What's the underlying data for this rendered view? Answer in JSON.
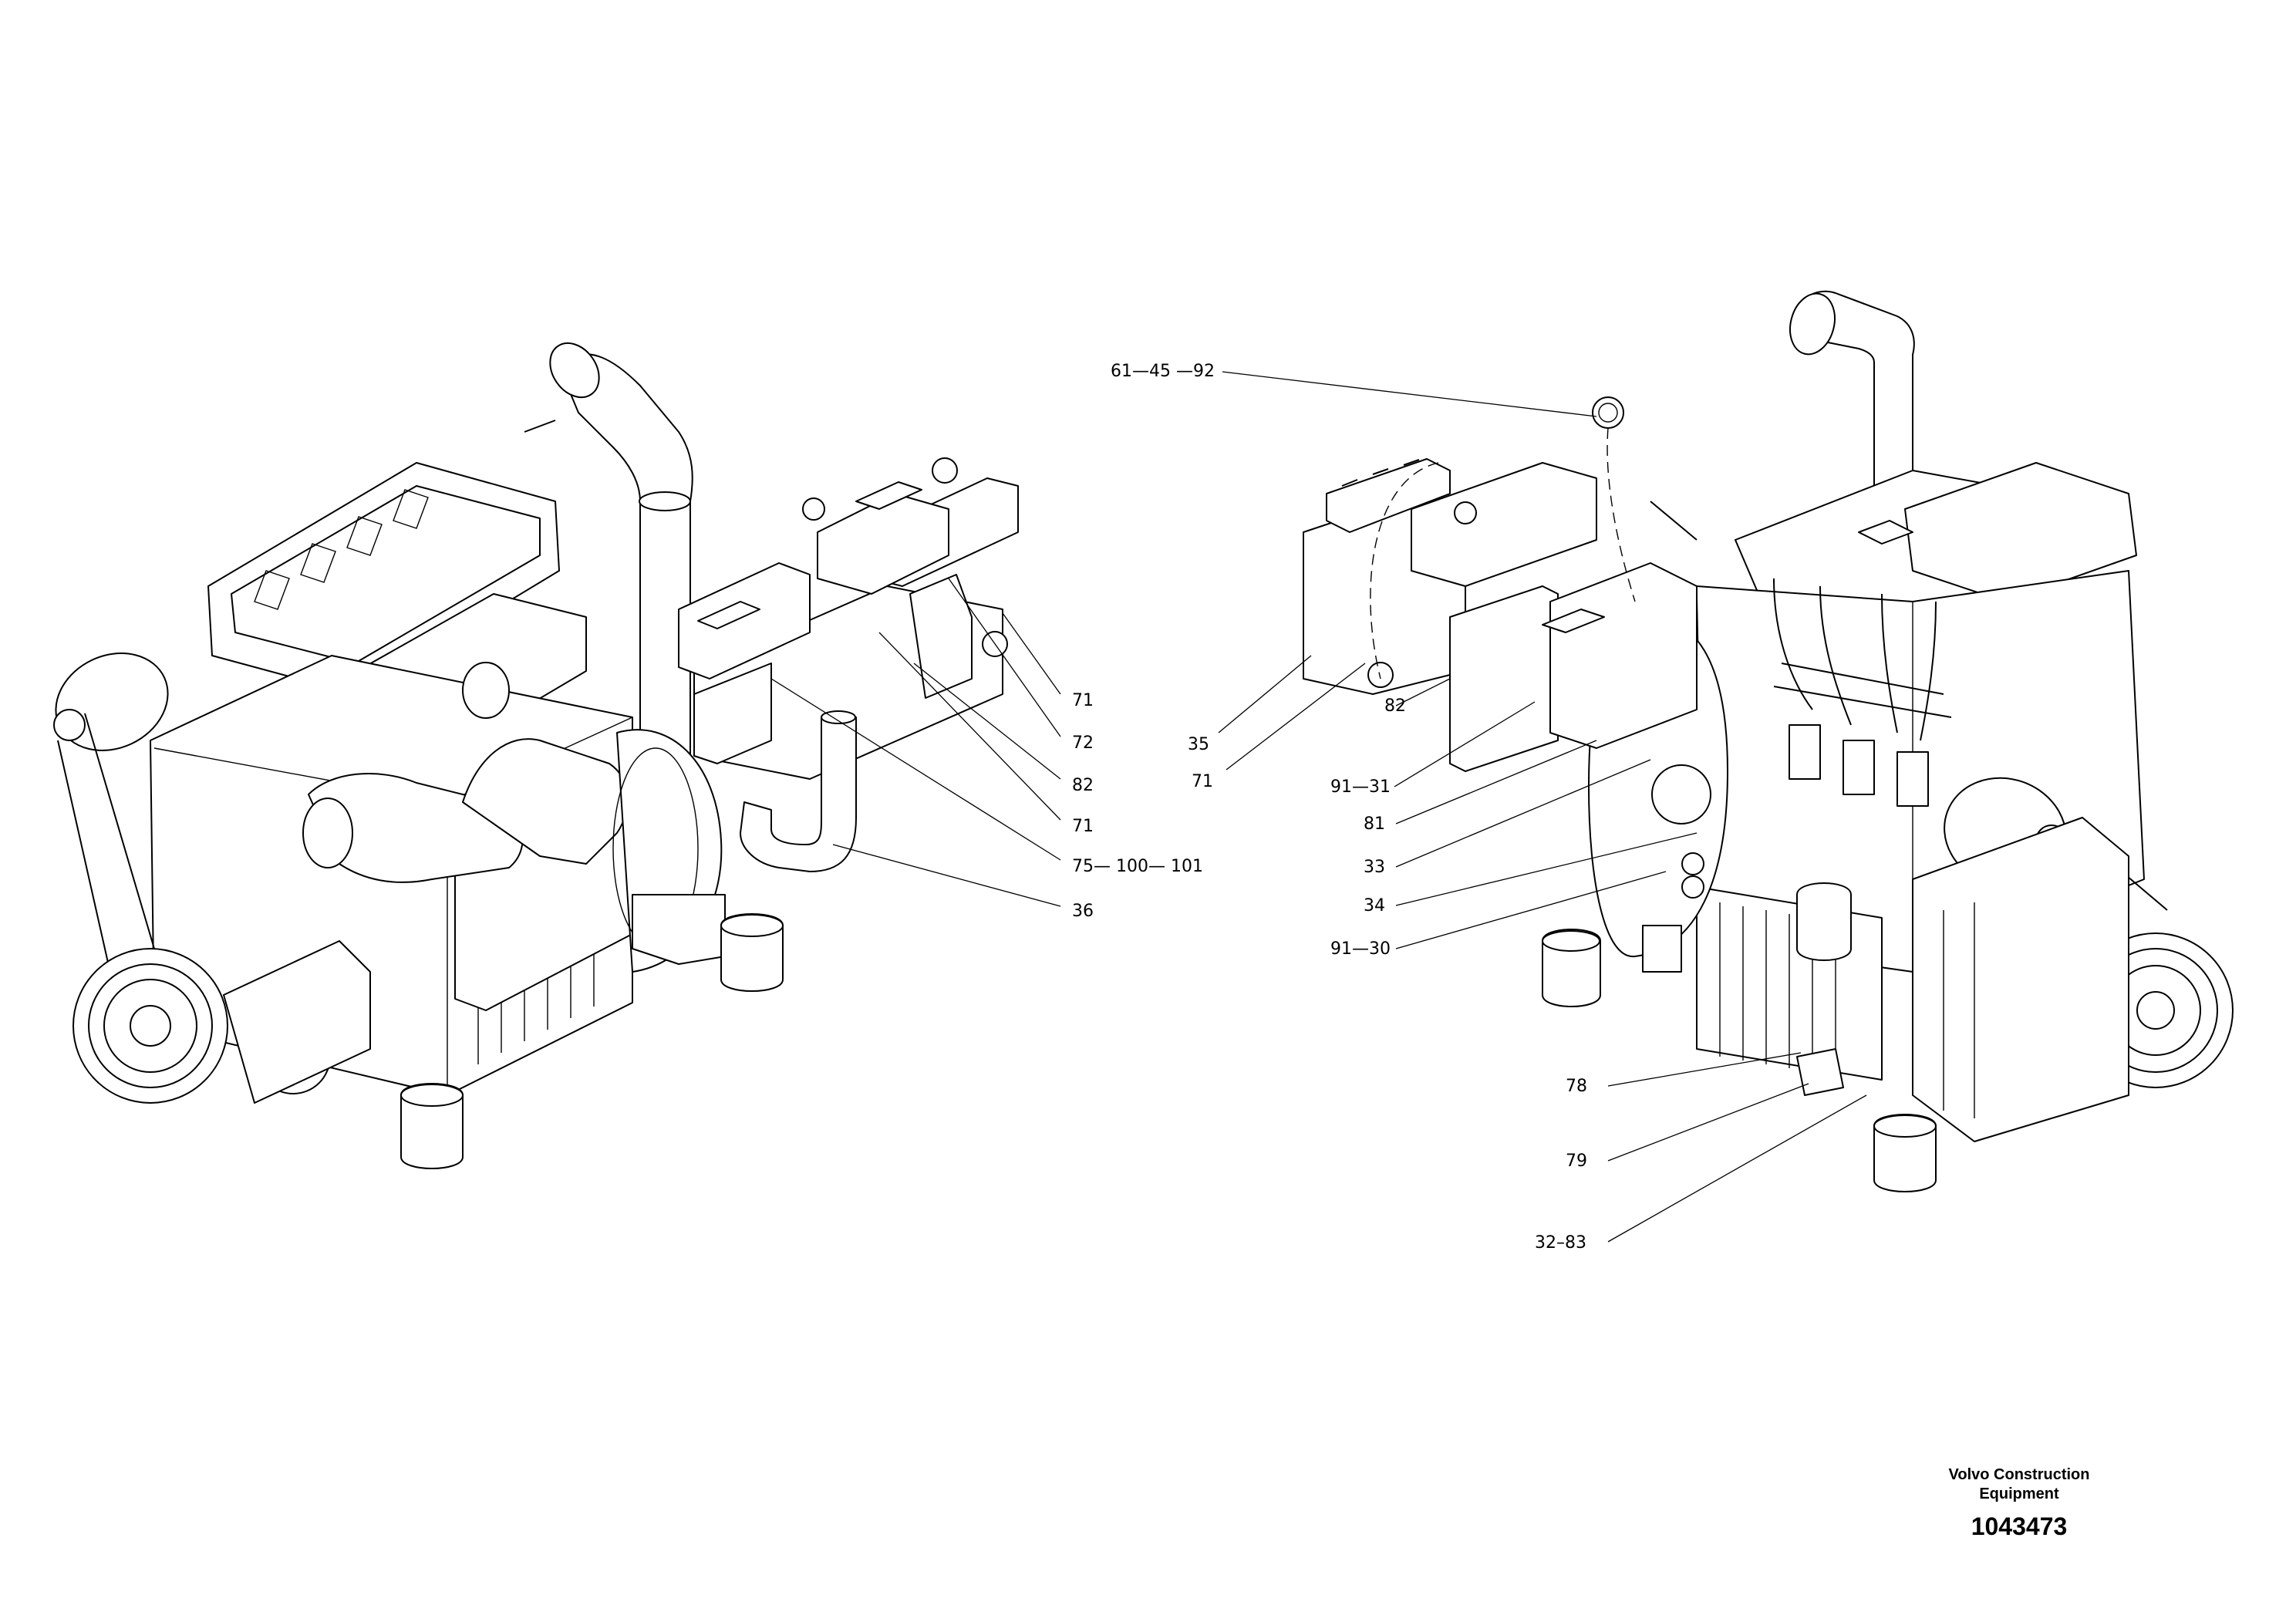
{
  "figure": {
    "brand_line1": "Volvo Construction",
    "brand_line2": "Equipment",
    "drawing_number": "1043473"
  },
  "callouts_left": [
    "71",
    "72",
    "82",
    "71",
    "75— 100— 101",
    "36"
  ],
  "callouts_right": [
    "61—45 —92",
    "35",
    "71",
    "82",
    "91—31",
    "81",
    "33",
    "34",
    "91—30",
    "78",
    "79",
    "32–83"
  ]
}
